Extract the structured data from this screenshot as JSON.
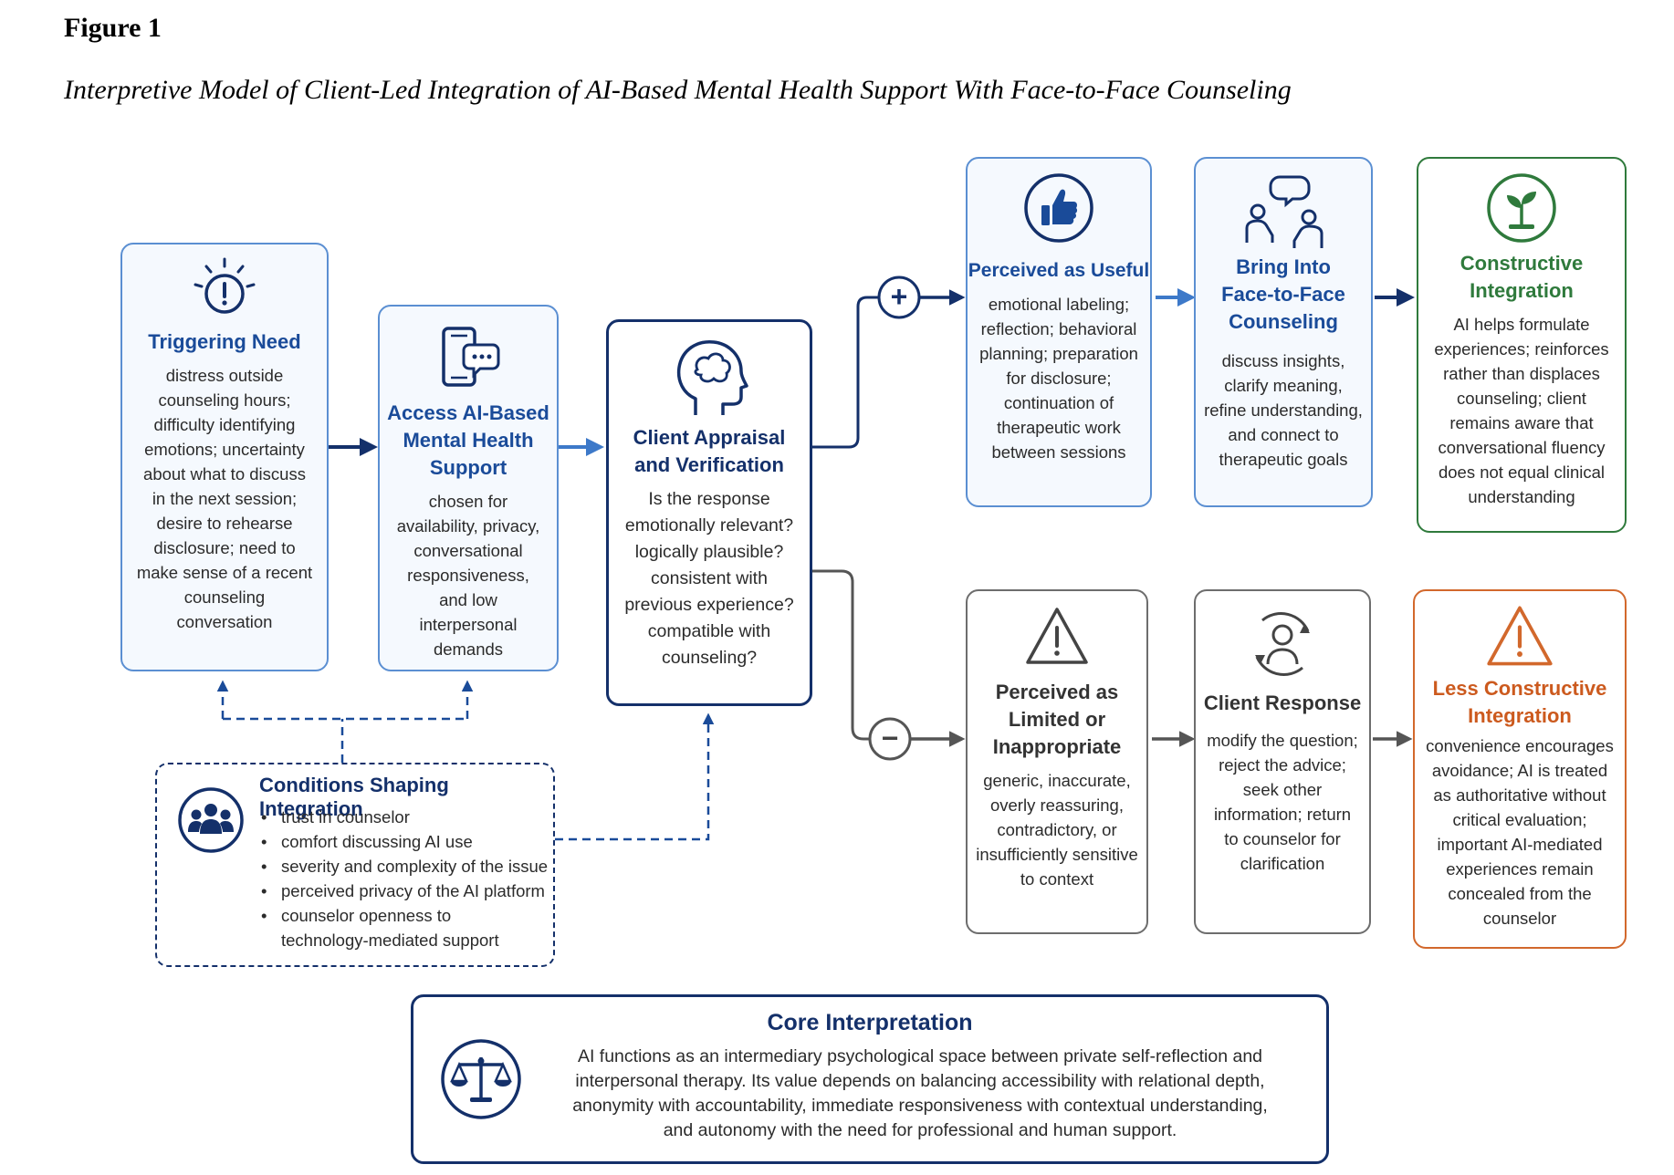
{
  "figure": {
    "label": "Figure 1",
    "title": "Interpretive Model of Client-Led Integration of AI-Based Mental Health Support With Face-to-Face Counseling"
  },
  "colors": {
    "navy": "#14306a",
    "blue": "#1a4b99",
    "light_blue": "#5b8fd2",
    "green": "#2f7a3c",
    "orange": "#d2682c",
    "grey": "#6d6d6d"
  },
  "nodes": {
    "triggering_need": {
      "icon": "alert-icon",
      "title": "Triggering Need",
      "text": [
        "distress outside",
        "counseling hours;",
        "difficulty identifying",
        "emotions; uncertainty",
        "about what to discuss",
        "in the next session;",
        "desire to rehearse",
        "disclosure; need to",
        "make sense of a recent",
        "counseling",
        "conversation"
      ]
    },
    "access_ai": {
      "icon": "phone-chat-icon",
      "title": [
        "Access AI-Based",
        "Mental Health",
        "Support"
      ],
      "text": [
        "chosen for",
        "availability, privacy,",
        "conversational",
        "responsiveness,",
        "and low",
        "interpersonal",
        "demands"
      ]
    },
    "appraisal": {
      "icon": "head-mind-icon",
      "title": [
        "Client Appraisal",
        "and Verification"
      ],
      "text": [
        "Is the response",
        "emotionally relevant?",
        "logically plausible?",
        "consistent with",
        "previous experience?",
        "compatible with",
        "counseling?"
      ]
    },
    "useful": {
      "icon": "thumbs-up-icon",
      "title": "Perceived as Useful",
      "text": [
        "emotional labeling;",
        "reflection; behavioral",
        "planning; preparation",
        "for disclosure;",
        "continuation of",
        "therapeutic work",
        "between sessions"
      ]
    },
    "bring_into": {
      "icon": "conversation-icon",
      "title": [
        "Bring Into",
        "Face-to-Face",
        "Counseling"
      ],
      "text": [
        "discuss insights,",
        "clarify meaning,",
        "refine understanding,",
        "and connect to",
        "therapeutic goals"
      ]
    },
    "constructive": {
      "icon": "sprout-icon",
      "title": [
        "Constructive",
        "Integration"
      ],
      "text": [
        "AI helps formulate",
        "experiences; reinforces",
        "rather than displaces",
        "counseling; client",
        "remains aware that",
        "conversational fluency",
        "does not equal clinical",
        "understanding"
      ]
    },
    "limited": {
      "icon": "warning-icon",
      "title": [
        "Perceived as",
        "Limited or",
        "Inappropriate"
      ],
      "text": [
        "generic, inaccurate,",
        "overly reassuring,",
        "contradictory, or",
        "insufficiently sensitive",
        "to context"
      ]
    },
    "client_response": {
      "icon": "person-cycle-icon",
      "title": "Client Response",
      "text": [
        "modify the question;",
        "reject the advice;",
        "seek other",
        "information; return",
        "to counselor for",
        "clarification"
      ]
    },
    "less_constructive": {
      "icon": "warning-icon",
      "title": [
        "Less Constructive",
        "Integration"
      ],
      "text": [
        "convenience encourages",
        "avoidance; AI is treated",
        "as authoritative without",
        "critical evaluation;",
        "important AI-mediated",
        "experiences remain",
        "concealed from the",
        "counselor"
      ]
    }
  },
  "conditions": {
    "icon": "group-icon",
    "title": "Conditions Shaping Integration",
    "items": [
      "trust in counselor",
      "comfort discussing AI use",
      "severity and complexity of the issue",
      "perceived privacy of the AI platform",
      "counselor openness to"
    ],
    "item5_cont": "technology-mediated support"
  },
  "branches": {
    "positive": "+",
    "negative": "−"
  },
  "core": {
    "icon": "balance-scale-icon",
    "title": "Core Interpretation",
    "text": [
      "AI functions as an intermediary psychological space between private self-reflection and",
      "interpersonal therapy. Its value depends on balancing accessibility with relational depth,",
      "anonymity with accountability, immediate responsiveness with contextual understanding,",
      "and autonomy with the need for professional and human support."
    ]
  }
}
